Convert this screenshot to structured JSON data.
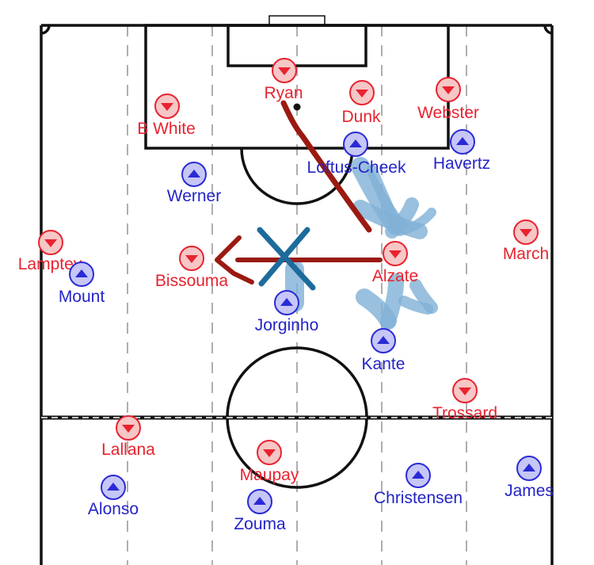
{
  "colors": {
    "home": "#e8232f",
    "home_fill": "#f7c6c6",
    "away": "#2a2ad6",
    "away_fill": "#c6c6f7",
    "arrow": "#9a1a12",
    "cross": "#1d6b9c",
    "shade": "#7fb0d6",
    "lines": "#111111",
    "dashes": "#9a9a9a"
  },
  "home_team": {
    "color_name": "red",
    "marker_icon": "triangle-down-icon",
    "players": [
      {
        "name": "Ryan"
      },
      {
        "name": "Dunk"
      },
      {
        "name": "Webster"
      },
      {
        "name": "B White"
      },
      {
        "name": "Lamptey"
      },
      {
        "name": "Bissouma"
      },
      {
        "name": "Alzate"
      },
      {
        "name": "March"
      },
      {
        "name": "Trossard"
      },
      {
        "name": "Lallana"
      },
      {
        "name": "Maupay"
      }
    ]
  },
  "away_team": {
    "color_name": "blue",
    "marker_icon": "triangle-up-icon",
    "players": [
      {
        "name": "Loftus-Cheek"
      },
      {
        "name": "Havertz"
      },
      {
        "name": "Werner"
      },
      {
        "name": "Mount"
      },
      {
        "name": "Jorginho"
      },
      {
        "name": "Kante"
      },
      {
        "name": "Alonso"
      },
      {
        "name": "Zouma"
      },
      {
        "name": "Christensen"
      },
      {
        "name": "James"
      }
    ]
  },
  "annotations": {
    "pass_arrow_icon": "arrow-left-icon",
    "blocked_icon": "cross-icon",
    "ball_icon": "ball-icon"
  }
}
